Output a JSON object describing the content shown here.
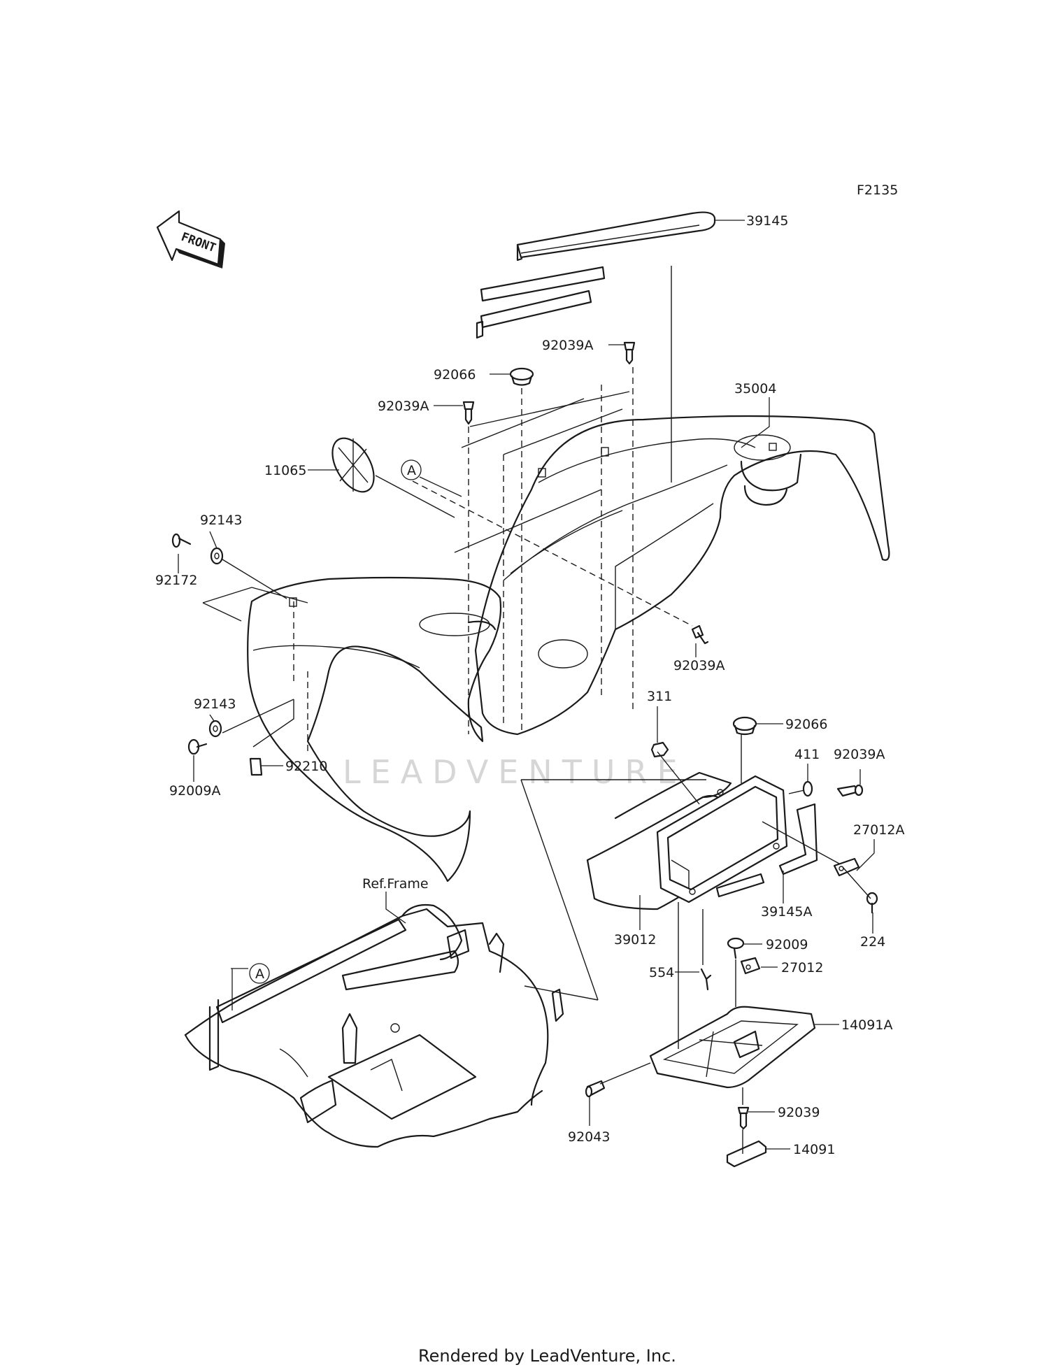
{
  "diagram_code": "F2135",
  "front_label": "FRONT",
  "callouts": {
    "A": "A"
  },
  "ref_frame_label": "Ref.Frame",
  "watermark": "LEADVENTURE",
  "footer": "Rendered by LeadVenture, Inc.",
  "parts": [
    {
      "label": "39145"
    },
    {
      "label": "92039A"
    },
    {
      "label": "92066"
    },
    {
      "label": "92039A"
    },
    {
      "label": "35004"
    },
    {
      "label": "11065"
    },
    {
      "label": "92143"
    },
    {
      "label": "92172"
    },
    {
      "label": "92039A"
    },
    {
      "label": "92143"
    },
    {
      "label": "92009A"
    },
    {
      "label": "92210"
    },
    {
      "label": "311"
    },
    {
      "label": "92066"
    },
    {
      "label": "411"
    },
    {
      "label": "92039A"
    },
    {
      "label": "27012A"
    },
    {
      "label": "39145A"
    },
    {
      "label": "39012"
    },
    {
      "label": "224"
    },
    {
      "label": "92009"
    },
    {
      "label": "554"
    },
    {
      "label": "27012"
    },
    {
      "label": "14091A"
    },
    {
      "label": "92039"
    },
    {
      "label": "92043"
    },
    {
      "label": "14091"
    }
  ]
}
